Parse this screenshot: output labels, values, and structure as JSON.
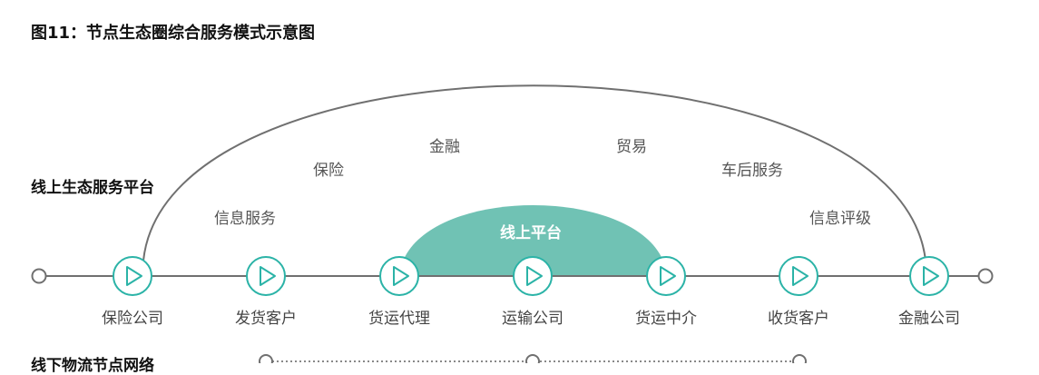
{
  "title": "图11：节点生态圈综合服务模式示意图",
  "online_label": "线上生态服务平台",
  "offline_label": "线下物流节点网络",
  "online_platform_label": "线上平台",
  "services": [
    "信息服务",
    "保险",
    "金融",
    "贸易",
    "车后服务",
    "信息评级"
  ],
  "nodes": [
    "保险公司",
    "发货客户",
    "货运代理",
    "运输公司",
    "货运中介",
    "收货客户",
    "金融公司"
  ],
  "icons": {
    "node": "play-circle-icon",
    "endpoint": "hollow-circle-icon"
  },
  "colors": {
    "accent": "#2bb3a7",
    "platform_fill": "#70c2b4",
    "line": "#707070"
  }
}
